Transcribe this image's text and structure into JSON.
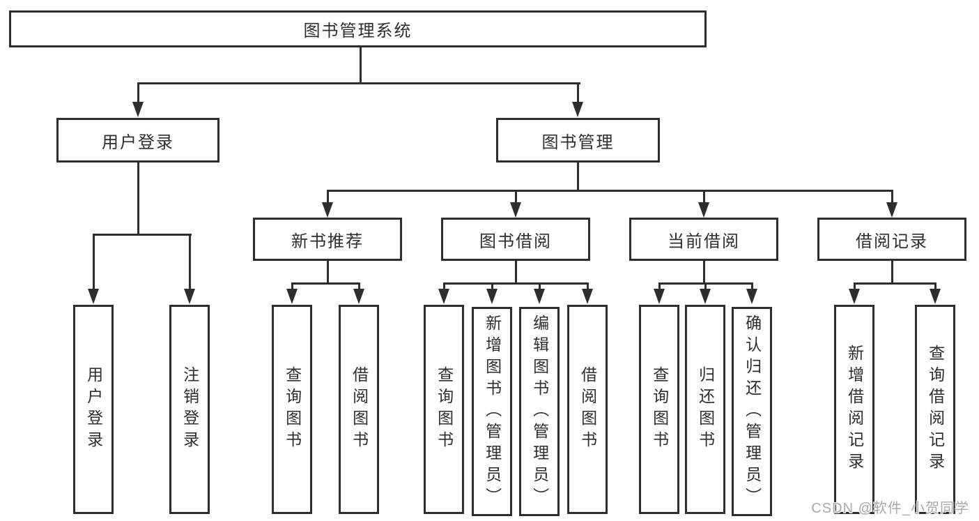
{
  "diagram": {
    "root": {
      "label": "图书管理系统"
    },
    "branches": [
      {
        "label": "用户登录",
        "leaves": [
          "用户登录",
          "注销登录"
        ]
      },
      {
        "label": "图书管理",
        "groups": [
          {
            "label": "新书推荐",
            "leaves": [
              "查询图书",
              "借阅图书"
            ]
          },
          {
            "label": "图书借阅",
            "leaves": [
              "查询图书",
              "新增图书（管理员）",
              "编辑图书（管理员）",
              "借阅图书"
            ]
          },
          {
            "label": "当前借阅",
            "leaves": [
              "查询图书",
              "归还图书",
              "确认归还（管理员）"
            ]
          },
          {
            "label": "借阅记录",
            "leaves": [
              "新增借阅记录",
              "查询借阅记录"
            ]
          }
        ]
      }
    ]
  },
  "watermark": {
    "label": "CSDN @软件_小贺同学"
  },
  "colors": {
    "line": "#2e2e2e",
    "text": "#2e2e2e",
    "watermark": "#a9a9a9",
    "background": "#ffffff"
  }
}
